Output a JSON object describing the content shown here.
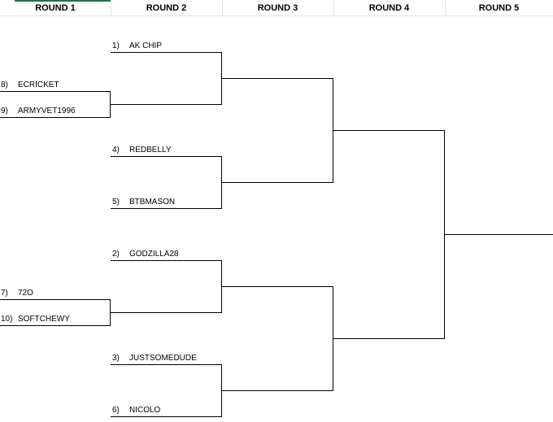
{
  "rounds": [
    "ROUND 1",
    "ROUND 2",
    "ROUND 3",
    "ROUND 4",
    "ROUND 5"
  ],
  "round1": [
    {
      "seed": "8)",
      "name": "ECRICKET"
    },
    {
      "seed": "9)",
      "name": "ARMYVET1996"
    },
    {
      "seed": "7)",
      "name": "72O"
    },
    {
      "seed": "10)",
      "name": "SOFTCHEWY"
    }
  ],
  "round2": [
    {
      "seed": "1)",
      "name": "AK CHIP"
    },
    {
      "seed": "4)",
      "name": "REDBELLY"
    },
    {
      "seed": "5)",
      "name": "BTBMASON"
    },
    {
      "seed": "2)",
      "name": "GODZILLA28"
    },
    {
      "seed": "3)",
      "name": "JUSTSOMEDUDE"
    },
    {
      "seed": "6)",
      "name": "NICOLO"
    }
  ],
  "colors": {
    "header_selection": "#217346",
    "lines": "#000000"
  }
}
